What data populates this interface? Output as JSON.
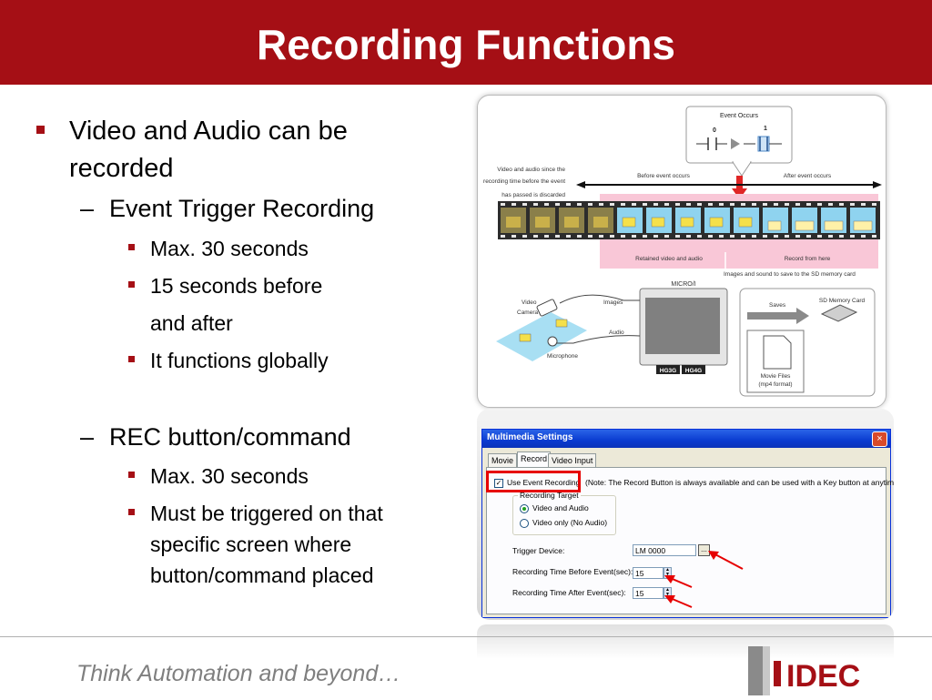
{
  "slide": {
    "title": "Recording Functions",
    "tagline": "Think Automation and beyond…",
    "logo_text": "IDEC",
    "accent_color": "#a50f15"
  },
  "bullets": {
    "main": "Video and Audio can be",
    "main_cont": "recorded",
    "event_heading": "Event Trigger Recording",
    "event_items": [
      "Max. 30 seconds",
      "15 seconds before",
      "and after",
      "It functions globally"
    ],
    "rec_heading": "REC button/command",
    "rec_items": [
      "Max. 30 seconds",
      "Must be triggered on that",
      "specific screen where",
      "button/command placed"
    ]
  },
  "diagram": {
    "event_occurs": "Event Occurs",
    "zero": "0",
    "one": "1",
    "discard_lines": [
      "Video and audio since the",
      "recording time before the event",
      "has passed is discarded"
    ],
    "before_event": "Before event occurs",
    "after_event": "After event occurs",
    "retained": "Retained video and audio",
    "record_from_here": "Record from here",
    "images_sound_save": "Images and sound to save to the SD memory card",
    "micro_i": "MICRO/I",
    "video_camera_1": "Video",
    "video_camera_2": "Camera",
    "images": "Images",
    "audio": "Audio",
    "microphone": "Microphone",
    "saves": "Saves",
    "sd_card": "SD Memory Card",
    "movie_files_1": "Movie Files",
    "movie_files_2": "(mp4 format)",
    "model_1": "HG3G",
    "model_2": "HG4G"
  },
  "dialog": {
    "title": "Multimedia Settings",
    "close": "×",
    "tabs": [
      "Movie",
      "Record",
      "Video Input"
    ],
    "use_event_recording": "Use Event Recording",
    "use_event_recording_checked": true,
    "note": "(Note: The Record Button is always available and can be used with a Key button at anytime.)",
    "recording_target_label": "Recording Target",
    "radio_video_audio": "Video and Audio",
    "radio_video_only": "Video only (No Audio)",
    "trigger_device_label": "Trigger Device:",
    "trigger_device_value": "LM 0000",
    "browse_label": "...",
    "before_label": "Recording Time Before Event(sec):",
    "before_value": "15",
    "after_label": "Recording Time After Event(sec):",
    "after_value": "15"
  }
}
